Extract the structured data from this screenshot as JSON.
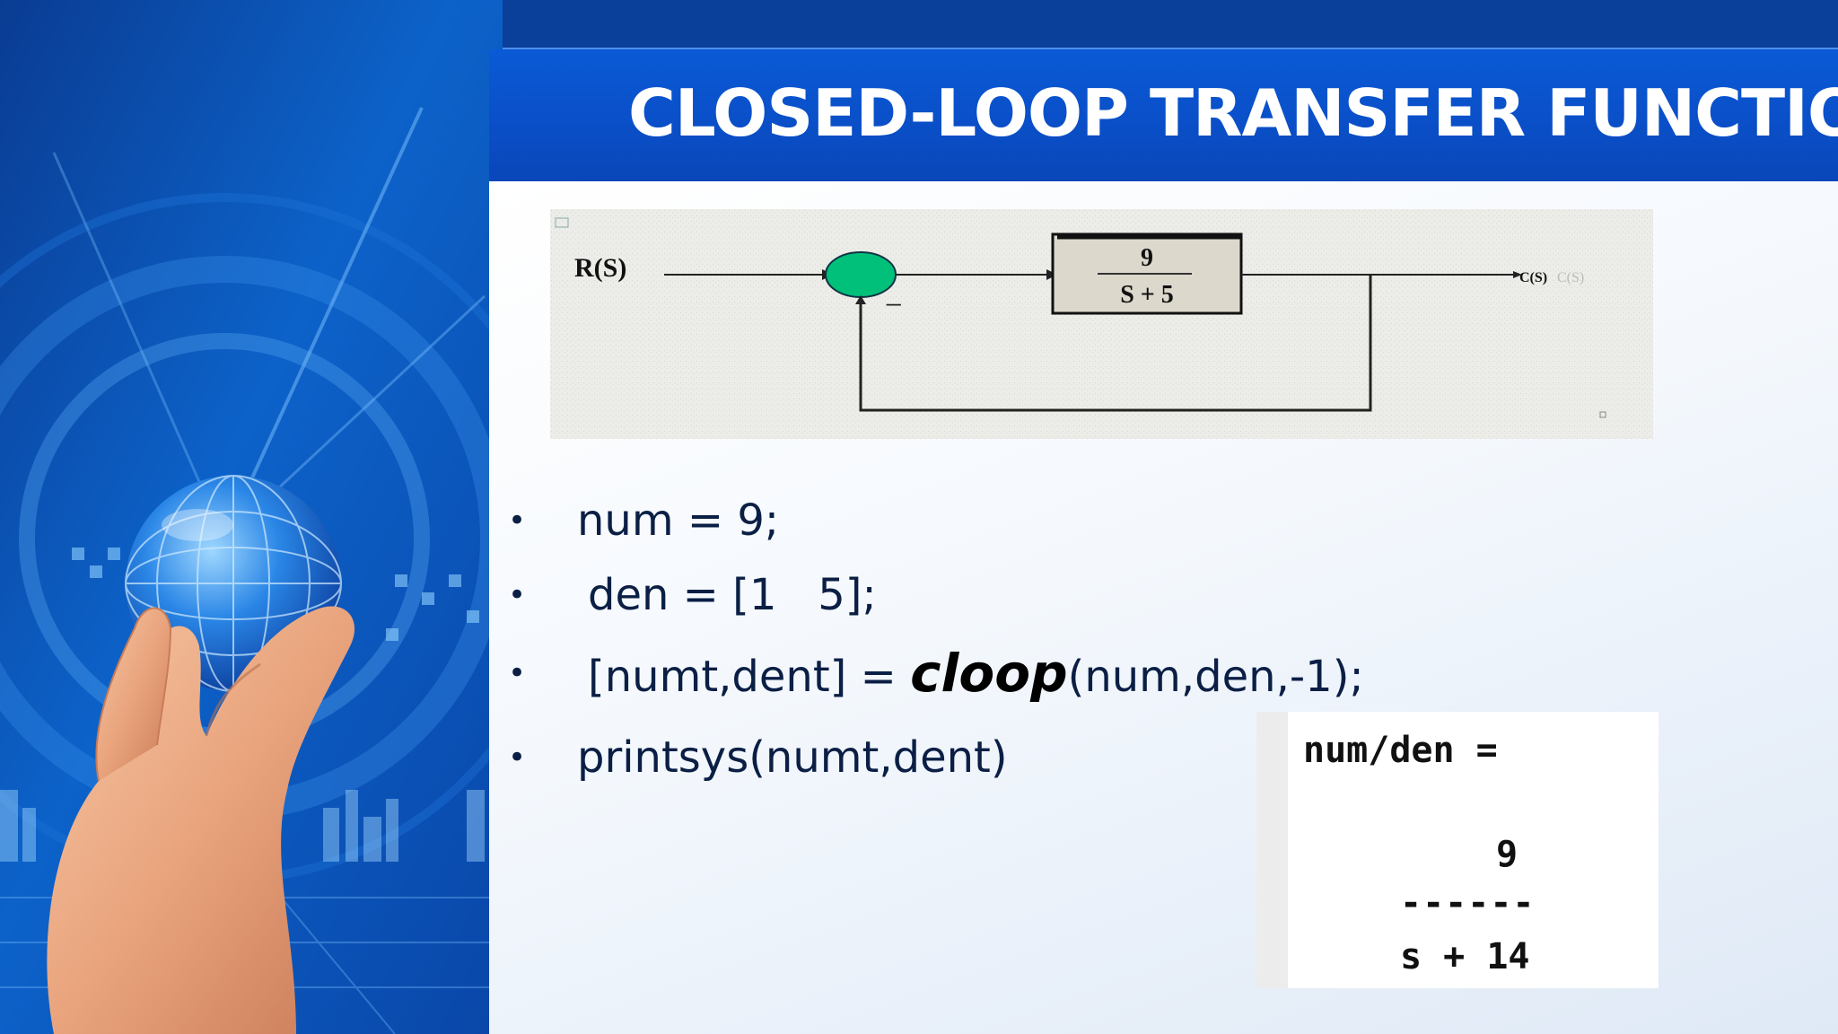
{
  "slide": {
    "title": "CLOSED-LOOP TRANSFER FUNCTION"
  },
  "diagram": {
    "input_label": "R(S)",
    "block_numerator": "9",
    "block_denominator": "S + 5",
    "output_label": "C(S)",
    "output_label_ghost": "C(S)",
    "sum_sign": "_",
    "sum_color": "#00c07a"
  },
  "bullets": [
    {
      "text": "num = 9;"
    },
    {
      "text": "den = [1   5];"
    },
    {
      "prefix": "[numt,dent] = ",
      "emph": "cloop",
      "suffix": "(num,den,-1);"
    },
    {
      "text": "printsys(numt,dent)"
    }
  ],
  "output": {
    "header": "num/den =",
    "numerator": "9",
    "divider": "------",
    "denominator": "s + 14"
  },
  "colors": {
    "title_bar": "#0a4fc8",
    "background_blue": "#0a3f9a",
    "text_dark": "#0b1f45"
  }
}
